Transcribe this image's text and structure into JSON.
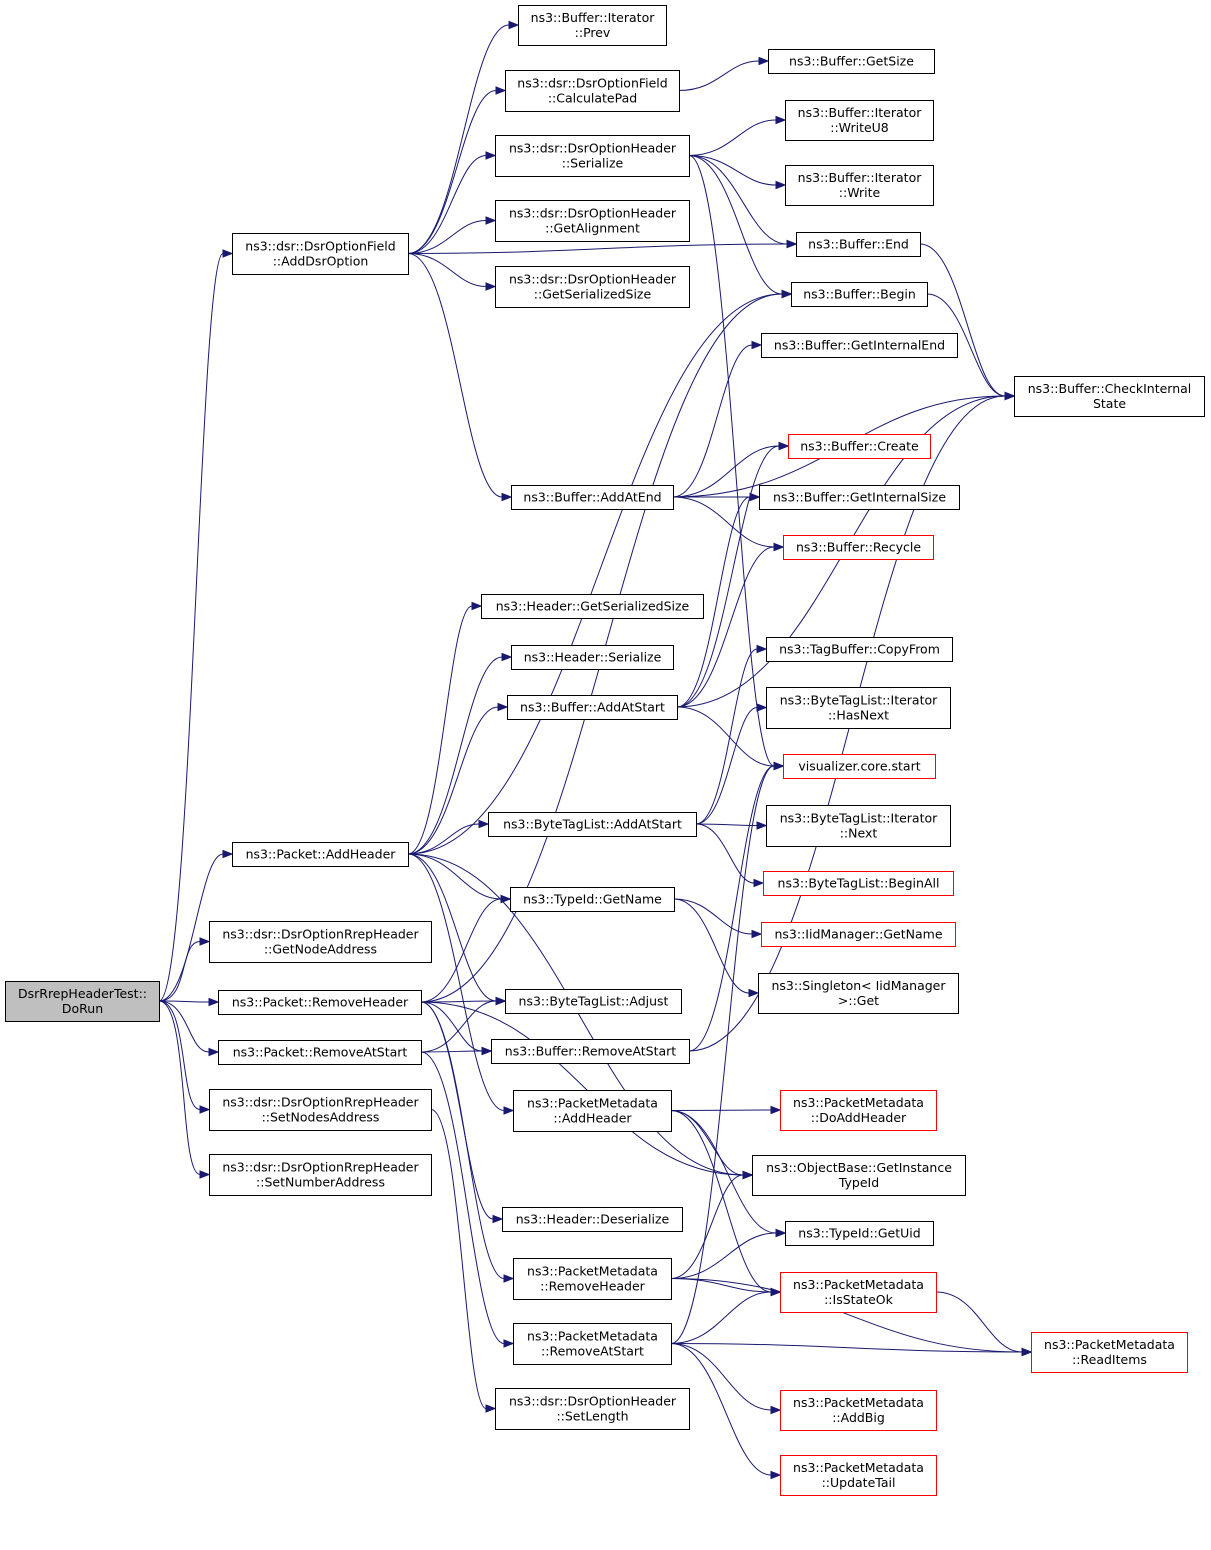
{
  "colors": {
    "edge": "#191970",
    "node_border": "#000000",
    "node_border_truncated": "#ff0000",
    "root_fill": "#bfbfbf",
    "node_fill": "#ffffff"
  },
  "nodes": {
    "root": {
      "lines": [
        "DsrRrepHeaderTest::",
        "DoRun"
      ],
      "root": true
    },
    "dsrAddOption": {
      "lines": [
        "ns3::dsr::DsrOptionField",
        "::AddDsrOption"
      ]
    },
    "pkAddHeader": {
      "lines": [
        "ns3::Packet::AddHeader"
      ]
    },
    "rrepGetNode": {
      "lines": [
        "ns3::dsr::DsrOptionRrepHeader",
        "::GetNodeAddress"
      ]
    },
    "pkRemoveHeader": {
      "lines": [
        "ns3::Packet::RemoveHeader"
      ]
    },
    "pkRemoveAtStart": {
      "lines": [
        "ns3::Packet::RemoveAtStart"
      ]
    },
    "rrepSetNodes": {
      "lines": [
        "ns3::dsr::DsrOptionRrepHeader",
        "::SetNodesAddress"
      ]
    },
    "rrepSetNumber": {
      "lines": [
        "ns3::dsr::DsrOptionRrepHeader",
        "::SetNumberAddress"
      ]
    },
    "itPrev": {
      "lines": [
        "ns3::Buffer::Iterator",
        "::Prev"
      ]
    },
    "calcPad": {
      "lines": [
        "ns3::dsr::DsrOptionField",
        "::CalculatePad"
      ]
    },
    "ohSerialize": {
      "lines": [
        "ns3::dsr::DsrOptionHeader",
        "::Serialize"
      ]
    },
    "ohGetAlign": {
      "lines": [
        "ns3::dsr::DsrOptionHeader",
        "::GetAlignment"
      ]
    },
    "ohGetSerSize": {
      "lines": [
        "ns3::dsr::DsrOptionHeader",
        "::GetSerializedSize"
      ]
    },
    "bufAddAtEnd": {
      "lines": [
        "ns3::Buffer::AddAtEnd"
      ]
    },
    "hdrGetSerSize": {
      "lines": [
        "ns3::Header::GetSerializedSize"
      ]
    },
    "hdrSerialize": {
      "lines": [
        "ns3::Header::Serialize"
      ]
    },
    "bufAddAtStart": {
      "lines": [
        "ns3::Buffer::AddAtStart"
      ]
    },
    "btlAddAtStart": {
      "lines": [
        "ns3::ByteTagList::AddAtStart"
      ]
    },
    "tidGetName": {
      "lines": [
        "ns3::TypeId::GetName"
      ]
    },
    "btlAdjust": {
      "lines": [
        "ns3::ByteTagList::Adjust"
      ]
    },
    "bufRemoveAtStart": {
      "lines": [
        "ns3::Buffer::RemoveAtStart"
      ]
    },
    "pmAddHeader": {
      "lines": [
        "ns3::PacketMetadata",
        "::AddHeader"
      ]
    },
    "hdrDeserialize": {
      "lines": [
        "ns3::Header::Deserialize"
      ]
    },
    "pmRemoveHeader": {
      "lines": [
        "ns3::PacketMetadata",
        "::RemoveHeader"
      ]
    },
    "pmRemoveAtStart": {
      "lines": [
        "ns3::PacketMetadata",
        "::RemoveAtStart"
      ]
    },
    "ohSetLength": {
      "lines": [
        "ns3::dsr::DsrOptionHeader",
        "::SetLength"
      ]
    },
    "bufGetSize": {
      "lines": [
        "ns3::Buffer::GetSize"
      ]
    },
    "itWriteU8": {
      "lines": [
        "ns3::Buffer::Iterator",
        "::WriteU8"
      ]
    },
    "itWrite": {
      "lines": [
        "ns3::Buffer::Iterator",
        "::Write"
      ]
    },
    "bufEnd": {
      "lines": [
        "ns3::Buffer::End"
      ]
    },
    "bufBegin": {
      "lines": [
        "ns3::Buffer::Begin"
      ]
    },
    "bufGetIntEnd": {
      "lines": [
        "ns3::Buffer::GetInternalEnd"
      ]
    },
    "bufCheck": {
      "lines": [
        "ns3::Buffer::CheckInternal",
        "State"
      ]
    },
    "bufCreate": {
      "lines": [
        "ns3::Buffer::Create"
      ],
      "truncated": true
    },
    "bufGetIntSize": {
      "lines": [
        "ns3::Buffer::GetInternalSize"
      ]
    },
    "bufRecycle": {
      "lines": [
        "ns3::Buffer::Recycle"
      ],
      "truncated": true
    },
    "tbCopyFrom": {
      "lines": [
        "ns3::TagBuffer::CopyFrom"
      ]
    },
    "btlItHasNext": {
      "lines": [
        "ns3::ByteTagList::Iterator",
        "::HasNext"
      ]
    },
    "vizStart": {
      "lines": [
        "visualizer.core.start"
      ],
      "truncated": true
    },
    "btlItNext": {
      "lines": [
        "ns3::ByteTagList::Iterator",
        "::Next"
      ]
    },
    "btlBeginAll": {
      "lines": [
        "ns3::ByteTagList::BeginAll"
      ],
      "truncated": true
    },
    "iidGetName": {
      "lines": [
        "ns3::IidManager::GetName"
      ],
      "truncated": true
    },
    "singletonGet": {
      "lines": [
        "ns3::Singleton< IidManager",
        ">::Get"
      ]
    },
    "pmDoAddHeader": {
      "lines": [
        "ns3::PacketMetadata",
        "::DoAddHeader"
      ],
      "truncated": true
    },
    "obGetInstTid": {
      "lines": [
        "ns3::ObjectBase::GetInstance",
        "TypeId"
      ]
    },
    "tidGetUid": {
      "lines": [
        "ns3::TypeId::GetUid"
      ]
    },
    "pmIsStateOk": {
      "lines": [
        "ns3::PacketMetadata",
        "::IsStateOk"
      ],
      "truncated": true
    },
    "pmReadItems": {
      "lines": [
        "ns3::PacketMetadata",
        "::ReadItems"
      ],
      "truncated": true
    },
    "pmAddBig": {
      "lines": [
        "ns3::PacketMetadata",
        "::AddBig"
      ],
      "truncated": true
    },
    "pmUpdateTail": {
      "lines": [
        "ns3::PacketMetadata",
        "::UpdateTail"
      ],
      "truncated": true
    }
  },
  "edges": [
    [
      "root",
      "dsrAddOption"
    ],
    [
      "root",
      "pkAddHeader"
    ],
    [
      "root",
      "rrepGetNode"
    ],
    [
      "root",
      "pkRemoveHeader"
    ],
    [
      "root",
      "pkRemoveAtStart"
    ],
    [
      "root",
      "rrepSetNodes"
    ],
    [
      "root",
      "rrepSetNumber"
    ],
    [
      "dsrAddOption",
      "itPrev"
    ],
    [
      "dsrAddOption",
      "calcPad"
    ],
    [
      "dsrAddOption",
      "ohSerialize"
    ],
    [
      "dsrAddOption",
      "ohGetAlign"
    ],
    [
      "dsrAddOption",
      "ohGetSerSize"
    ],
    [
      "dsrAddOption",
      "bufAddAtEnd"
    ],
    [
      "dsrAddOption",
      "bufEnd"
    ],
    [
      "calcPad",
      "bufGetSize"
    ],
    [
      "ohSerialize",
      "itWriteU8"
    ],
    [
      "ohSerialize",
      "itWrite"
    ],
    [
      "ohSerialize",
      "bufEnd"
    ],
    [
      "ohSerialize",
      "bufBegin"
    ],
    [
      "ohSerialize",
      "vizStart"
    ],
    [
      "bufEnd",
      "bufCheck"
    ],
    [
      "bufBegin",
      "bufCheck"
    ],
    [
      "bufAddAtEnd",
      "bufGetIntEnd"
    ],
    [
      "bufAddAtEnd",
      "bufCheck"
    ],
    [
      "bufAddAtEnd",
      "bufCreate"
    ],
    [
      "bufAddAtEnd",
      "bufGetIntSize"
    ],
    [
      "bufAddAtEnd",
      "bufRecycle"
    ],
    [
      "pkAddHeader",
      "hdrGetSerSize"
    ],
    [
      "pkAddHeader",
      "hdrSerialize"
    ],
    [
      "pkAddHeader",
      "bufAddAtStart"
    ],
    [
      "pkAddHeader",
      "btlAddAtStart"
    ],
    [
      "pkAddHeader",
      "tidGetName"
    ],
    [
      "pkAddHeader",
      "btlAdjust"
    ],
    [
      "pkAddHeader",
      "pmAddHeader"
    ],
    [
      "pkAddHeader",
      "obGetInstTid"
    ],
    [
      "pkAddHeader",
      "bufBegin"
    ],
    [
      "bufAddAtStart",
      "bufCreate"
    ],
    [
      "bufAddAtStart",
      "bufGetIntSize"
    ],
    [
      "bufAddAtStart",
      "bufRecycle"
    ],
    [
      "bufAddAtStart",
      "bufCheck"
    ],
    [
      "bufAddAtStart",
      "vizStart"
    ],
    [
      "btlAddAtStart",
      "tbCopyFrom"
    ],
    [
      "btlAddAtStart",
      "btlItHasNext"
    ],
    [
      "btlAddAtStart",
      "btlItNext"
    ],
    [
      "btlAddAtStart",
      "btlBeginAll"
    ],
    [
      "tidGetName",
      "iidGetName"
    ],
    [
      "tidGetName",
      "singletonGet"
    ],
    [
      "pkRemoveHeader",
      "tidGetName"
    ],
    [
      "pkRemoveHeader",
      "btlAdjust"
    ],
    [
      "pkRemoveHeader",
      "bufRemoveAtStart"
    ],
    [
      "pkRemoveHeader",
      "hdrDeserialize"
    ],
    [
      "pkRemoveHeader",
      "pmRemoveHeader"
    ],
    [
      "pkRemoveHeader",
      "obGetInstTid"
    ],
    [
      "pkRemoveHeader",
      "bufBegin"
    ],
    [
      "pkRemoveAtStart",
      "btlAdjust"
    ],
    [
      "pkRemoveAtStart",
      "bufRemoveAtStart"
    ],
    [
      "pkRemoveAtStart",
      "pmRemoveAtStart"
    ],
    [
      "bufRemoveAtStart",
      "bufCheck"
    ],
    [
      "bufRemoveAtStart",
      "vizStart"
    ],
    [
      "pmAddHeader",
      "pmDoAddHeader"
    ],
    [
      "pmAddHeader",
      "obGetInstTid"
    ],
    [
      "pmAddHeader",
      "tidGetUid"
    ],
    [
      "pmAddHeader",
      "pmIsStateOk"
    ],
    [
      "pmRemoveHeader",
      "obGetInstTid"
    ],
    [
      "pmRemoveHeader",
      "tidGetUid"
    ],
    [
      "pmRemoveHeader",
      "pmIsStateOk"
    ],
    [
      "pmRemoveHeader",
      "pmReadItems"
    ],
    [
      "pmRemoveAtStart",
      "pmIsStateOk"
    ],
    [
      "pmRemoveAtStart",
      "pmAddBig"
    ],
    [
      "pmRemoveAtStart",
      "pmUpdateTail"
    ],
    [
      "pmRemoveAtStart",
      "pmReadItems"
    ],
    [
      "pmRemoveAtStart",
      "vizStart"
    ],
    [
      "pmIsStateOk",
      "pmReadItems"
    ],
    [
      "rrepSetNodes",
      "ohSetLength"
    ]
  ]
}
